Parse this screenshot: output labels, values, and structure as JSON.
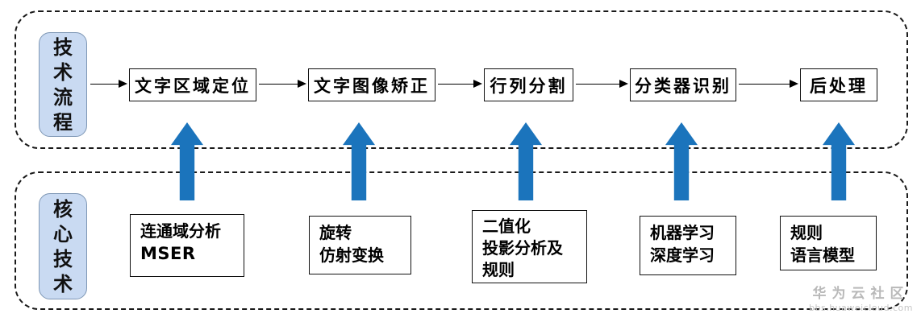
{
  "diagram": {
    "top_band": {
      "label": "技术流程",
      "steps": [
        {
          "label": "文字区域定位"
        },
        {
          "label": "文字图像矫正"
        },
        {
          "label": "行列分割"
        },
        {
          "label": "分类器识别"
        },
        {
          "label": "后处理"
        }
      ]
    },
    "bottom_band": {
      "label": "核心技术",
      "techs": [
        {
          "line1": "连通域分析",
          "line2": "MSER"
        },
        {
          "line1": "旋转",
          "line2": "仿射变换"
        },
        {
          "line1": "二值化",
          "line2": "投影分析及",
          "line3": "规则"
        },
        {
          "line1": "机器学习",
          "line2": "深度学习"
        },
        {
          "line1": "规则",
          "line2": "语言模型"
        }
      ]
    },
    "watermark": {
      "name": "华为云社区",
      "site": "bbs.huaweicloud.com"
    },
    "colors": {
      "arrow_blue": "#1B74BC",
      "label_fill": "#C9DAF2",
      "label_border": "#7E97B5"
    }
  }
}
